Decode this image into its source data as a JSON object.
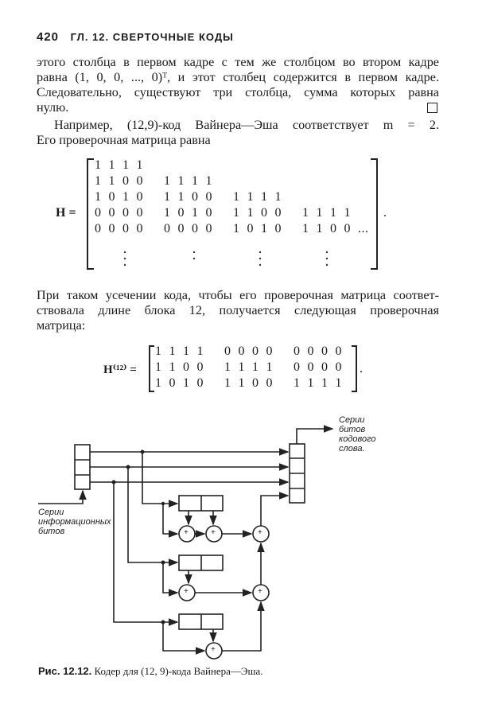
{
  "header": {
    "page_number": "420",
    "running_title": "ГЛ. 12. СВЕРТОЧНЫЕ КОДЫ"
  },
  "paragraph1": {
    "lines": [
      "этого столбца в первом кадре с тем же столбцом во втором кадре",
      "равна (1, 0, 0, ..., 0)ᵀ, и этот столбец содержится в первом кадре.",
      "Следовательно, существуют три столбца, сумма которых равна",
      "нулю."
    ]
  },
  "paragraph2": {
    "lines": [
      "Например, (12,9)-код Вайнера—Эша соответствует m = 2.",
      "Его проверочная матрица равна"
    ]
  },
  "matrix_H": {
    "label": "H =",
    "rows": [
      [
        "1 1 1 1",
        "",
        "",
        ""
      ],
      [
        "1 1 0 0",
        "1 1 1 1",
        "",
        ""
      ],
      [
        "1 0 1 0",
        "1 1 0 0",
        "1 1 1 1",
        ""
      ],
      [
        "0 0 0 0",
        "1 0 1 0",
        "1 1 0 0",
        "1 1 1 1"
      ],
      [
        "0 0 0 0",
        "0 0 0 0",
        "1 0 1 0",
        "1 1 0 0 ..."
      ]
    ],
    "trailing": "."
  },
  "paragraph3": {
    "lines": [
      "При таком усечении кода, чтобы его проверочная матрица соответ-",
      "ствовала длине блока 12, получается следующая проверочная",
      "матрица:"
    ]
  },
  "matrix_H12": {
    "label": "H⁽¹²⁾ =",
    "rows": [
      [
        "1 1 1 1",
        "0 0 0 0",
        "0 0 0 0"
      ],
      [
        "1 1 0 0",
        "1 1 1 1",
        "0 0 0 0"
      ],
      [
        "1 0 1 0",
        "1 1 0 0",
        "1 1 1 1"
      ]
    ],
    "trailing": "."
  },
  "figure": {
    "input_label": [
      "Серии",
      "информационных",
      "битов"
    ],
    "output_label": [
      "Серии",
      "битов",
      "кодового",
      "слова."
    ],
    "adder_symbol": "+"
  },
  "caption": {
    "number": "Рис. 12.12.",
    "text": "Кодер для (12, 9)-кода Вайнера—Эша."
  }
}
